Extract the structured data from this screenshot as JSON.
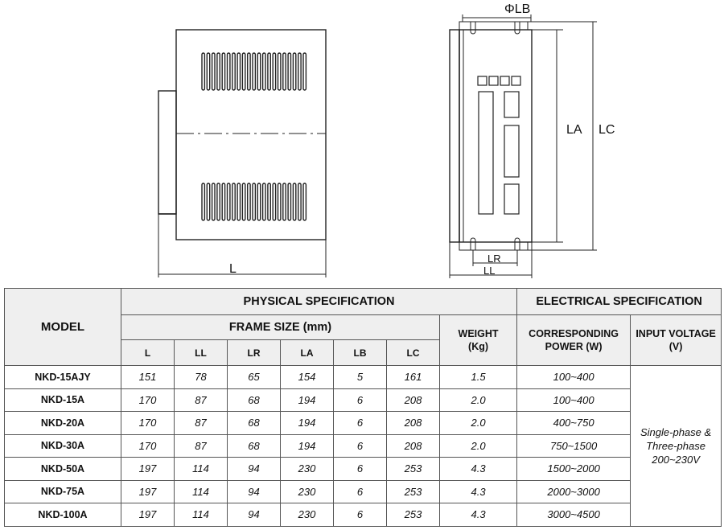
{
  "drawing": {
    "side_view": {
      "dim_L": "L"
    },
    "front_view": {
      "dim_phi_lb": "ΦLB",
      "dim_la": "LA",
      "dim_lc": "LC",
      "dim_lr": "LR",
      "dim_ll": "LL"
    }
  },
  "table": {
    "model_header": "MODEL",
    "physical_header": "PHYSICAL SPECIFICATION",
    "electrical_header": "ELECTRICAL SPECIFICATION",
    "frame_size_header": "FRAME SIZE (mm)",
    "weight_header": [
      "WEIGHT",
      "(Kg)"
    ],
    "power_header": [
      "CORRESPONDING",
      "POWER (W)"
    ],
    "voltage_header": [
      "INPUT VOLTAGE",
      "(V)"
    ],
    "dim_headers": [
      "L",
      "LL",
      "LR",
      "LA",
      "LB",
      "LC"
    ],
    "input_voltage_value": [
      "Single-phase &",
      "Three-phase",
      "200~230V"
    ],
    "rows": [
      {
        "model": "NKD-15AJY",
        "L": "151",
        "LL": "78",
        "LR": "65",
        "LA": "154",
        "LB": "5",
        "LC": "161",
        "weight": "1.5",
        "power": "100~400"
      },
      {
        "model": "NKD-15A",
        "L": "170",
        "LL": "87",
        "LR": "68",
        "LA": "194",
        "LB": "6",
        "LC": "208",
        "weight": "2.0",
        "power": "100~400"
      },
      {
        "model": "NKD-20A",
        "L": "170",
        "LL": "87",
        "LR": "68",
        "LA": "194",
        "LB": "6",
        "LC": "208",
        "weight": "2.0",
        "power": "400~750"
      },
      {
        "model": "NKD-30A",
        "L": "170",
        "LL": "87",
        "LR": "68",
        "LA": "194",
        "LB": "6",
        "LC": "208",
        "weight": "2.0",
        "power": "750~1500"
      },
      {
        "model": "NKD-50A",
        "L": "197",
        "LL": "114",
        "LR": "94",
        "LA": "230",
        "LB": "6",
        "LC": "253",
        "weight": "4.3",
        "power": "1500~2000"
      },
      {
        "model": "NKD-75A",
        "L": "197",
        "LL": "114",
        "LR": "94",
        "LA": "230",
        "LB": "6",
        "LC": "253",
        "weight": "4.3",
        "power": "2000~3000"
      },
      {
        "model": "NKD-100A",
        "L": "197",
        "LL": "114",
        "LR": "94",
        "LA": "230",
        "LB": "6",
        "LC": "253",
        "weight": "4.3",
        "power": "3000~4500"
      }
    ]
  }
}
